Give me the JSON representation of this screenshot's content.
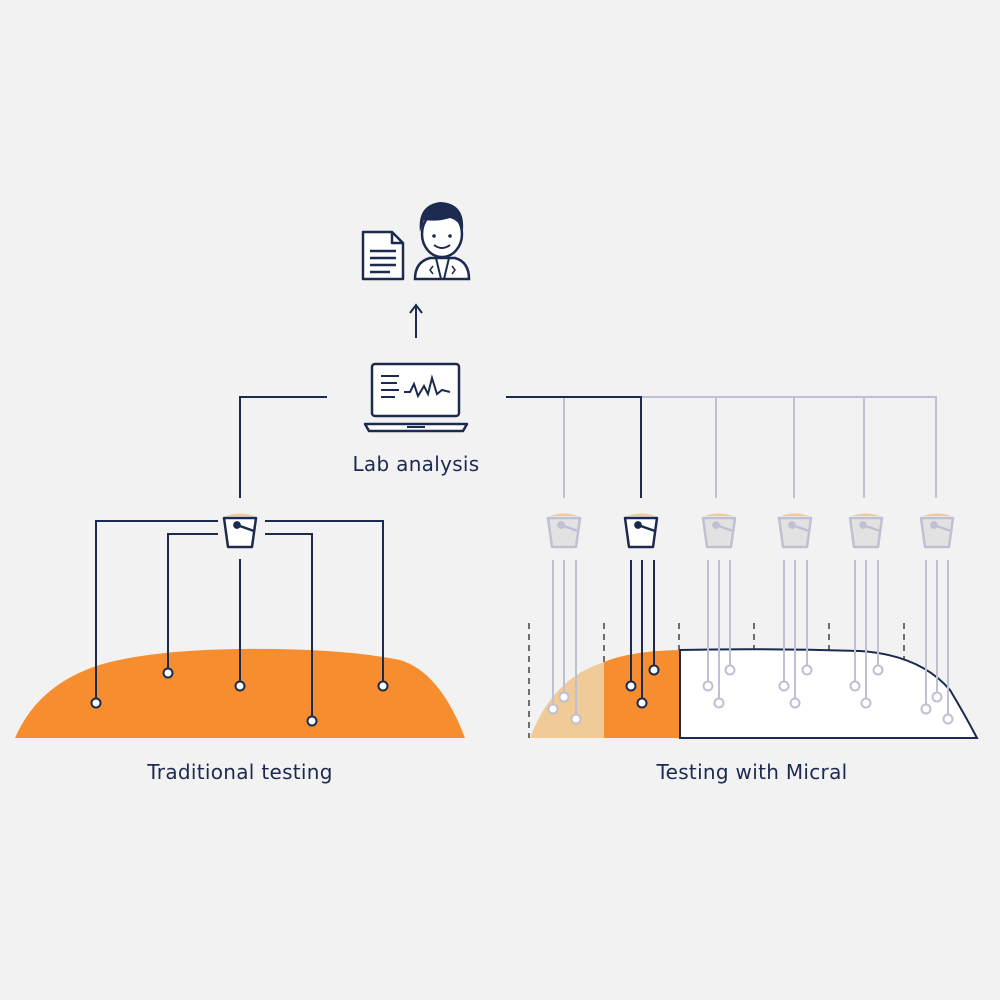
{
  "labels": {
    "lab": "Lab analysis",
    "traditional": "Traditional testing",
    "micral": "Testing with Micral"
  },
  "icons": {
    "report": "document-icon",
    "analyst": "person-icon",
    "laptop": "laptop-icon",
    "arrow": "arrow-up-icon",
    "bucket": "bucket-icon"
  },
  "colors": {
    "navy": "#1b2a4e",
    "orange": "#f68d2e",
    "orange_light": "#f0cb98",
    "grey_line": "#bfc0d3",
    "bucket_grey": "#e2e2e2",
    "background": "#f2f2f2"
  }
}
